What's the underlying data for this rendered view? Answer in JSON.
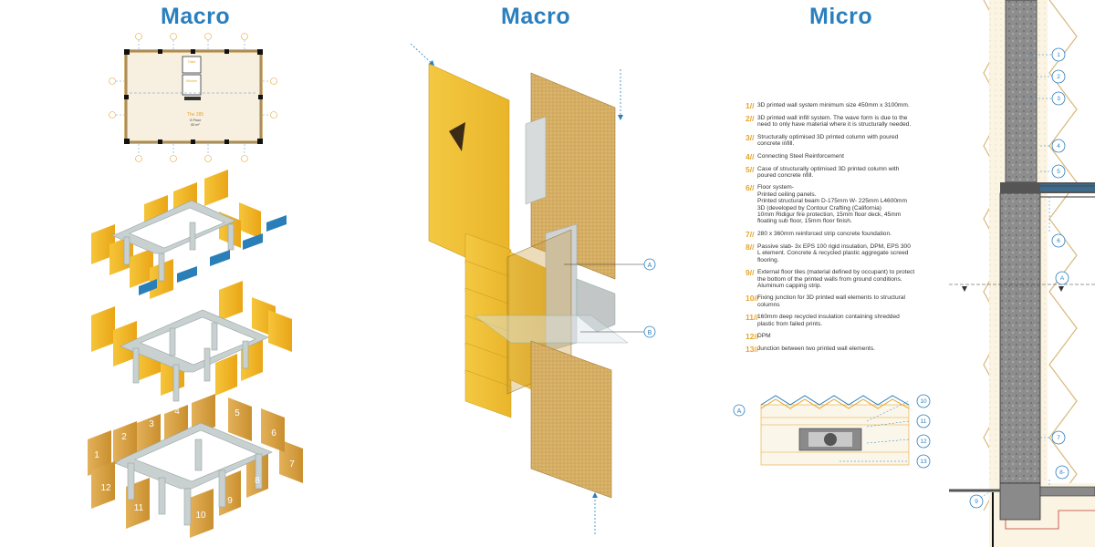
{
  "titles": {
    "left": "Macro",
    "center": "Macro",
    "right": "Micro"
  },
  "plan": {
    "room_top": "Toilet",
    "room_mid": "Kitchen",
    "room_name": "The 285",
    "room_sub1": "G Floor",
    "room_sub2": "82 m²"
  },
  "module_numbers": [
    "1",
    "2",
    "3",
    "4",
    "5",
    "6",
    "7",
    "8",
    "9",
    "10",
    "11",
    "12"
  ],
  "section_markers": [
    "A",
    "B"
  ],
  "legend": [
    {
      "num": "1//",
      "text": "3D printed wall system minimum size 450mm x 3100mm."
    },
    {
      "num": "2//",
      "text": "3D printed wall infill system. The wave form is due to the\nneed to only have material where it is structurally needed."
    },
    {
      "num": "3//",
      "text": "Structurally optimised 3D printed column with poured\nconcrete infill."
    },
    {
      "num": "4//",
      "text": "Connecting Steel Reinforcement"
    },
    {
      "num": "5//",
      "text": "Case of structurally optimised 3D printed column with\npoured concrete nfill."
    },
    {
      "num": "6//",
      "text": "Floor system-\nPrinted ceiling panels.\nPrinted structural beam D-175mm W- 225mm L4600mm\n3D (developed  by Contour Crafting (California)\n10mm Ridigur fire protection, 15mm floor deck, 45mm\nfloating sub floor, 15mm floor finish."
    },
    {
      "num": "7//",
      "text": "280 x 360mm reinforced strip concrete foundation."
    },
    {
      "num": "8//",
      "text": "Passive slab- 3x EPS 100 rigid insulation, DPM, EPS 300\nL element. Concrete & recycled plastic aggregate screed\nflooring."
    },
    {
      "num": "9//",
      "text": "External floor tiles (material defined by occupant) to protect\nthe bottom of the printed walls from ground conditions.\nAluminum capping strip."
    },
    {
      "num": "10//",
      "text": "Fixing junction for 3D printed wall elements to structural\ncolumns"
    },
    {
      "num": "11//",
      "text": "160mm deep recycled insulation containing shredded\nplastic from failed prints."
    },
    {
      "num": "12//",
      "text": "DPM"
    },
    {
      "num": "13//",
      "text": "Junction between two printed wall elements."
    }
  ],
  "detail_a": {
    "marker": "A",
    "callouts": [
      "10",
      "11",
      "12",
      "13"
    ]
  },
  "section_callouts": [
    "1",
    "2",
    "3",
    "4",
    "5",
    "6",
    "A",
    "7",
    "8-",
    "9"
  ],
  "colors": {
    "title_blue": "#2a7fbf",
    "accent_orange": "#e8a42a",
    "panel_yellow": "#f2b81f",
    "panel_tan": "#d9a441",
    "frame_grey": "#c4cccc",
    "concrete_dark": "#7a7a7a",
    "blue_panel": "#2b7fb8"
  }
}
